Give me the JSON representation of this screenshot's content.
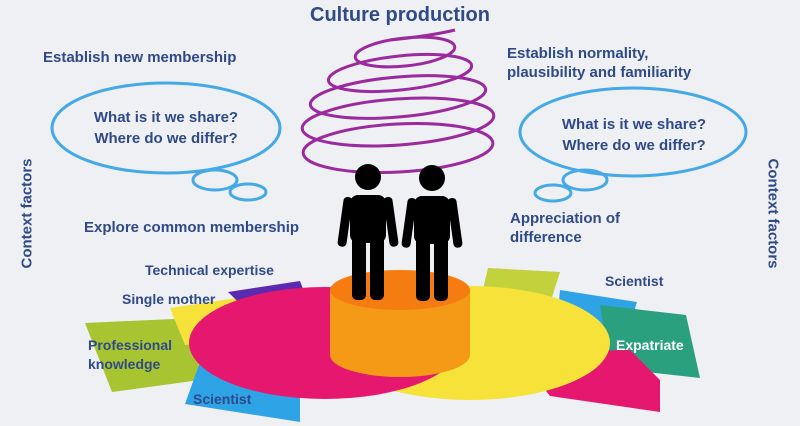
{
  "title": "Culture production",
  "left": {
    "heading": "Establish new membership",
    "bubble_line1": "What is it we share?",
    "bubble_line2": "Where do we differ?",
    "explore": "Explore common membership"
  },
  "right": {
    "heading_line1": "Establish normality,",
    "heading_line2": "plausibility and familiarity",
    "bubble_line1": "What is it we share?",
    "bubble_line2": "Where do we differ?",
    "appreciation_line1": "Appreciation of",
    "appreciation_line2": "difference"
  },
  "context_left": "Context factors",
  "context_right": "Context factors",
  "left_disc_labels": {
    "technical": "Technical expertise",
    "single_mother": "Single mother",
    "professional_line1": "Professional",
    "professional_line2": "knowledge",
    "scientist": "Scientist"
  },
  "right_disc_labels": {
    "scientist": "Scientist",
    "expatriate": "Expatriate"
  },
  "colors": {
    "text": "#2f4a87",
    "spiral": "#9b2a9e",
    "bubble": "#45a9e6",
    "magenta": "#e5176f",
    "yellow": "#f7e23a",
    "lime": "#a8c531",
    "purple": "#5b2ab0",
    "sky": "#2ea3e6",
    "teal": "#2aa07f",
    "orange": "#f59a17",
    "figure": "#000000"
  },
  "icons": [
    "thought-bubble-icon",
    "spiral-icon",
    "person-icon"
  ]
}
